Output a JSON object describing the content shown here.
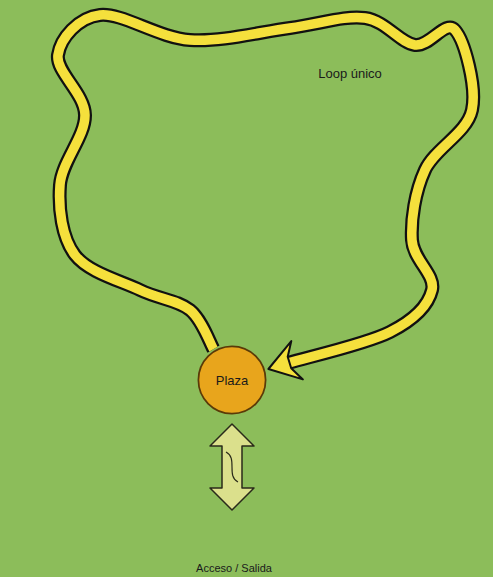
{
  "diagram": {
    "nodes": [
      {
        "text": [
          "Plaza"
        ]
      }
    ],
    "edges": [
      {
        "from": 0,
        "to": 0,
        "arrow": "to"
      }
    ],
    "labels": [
      "Loop único",
      "Acceso / Salida"
    ]
  }
}
